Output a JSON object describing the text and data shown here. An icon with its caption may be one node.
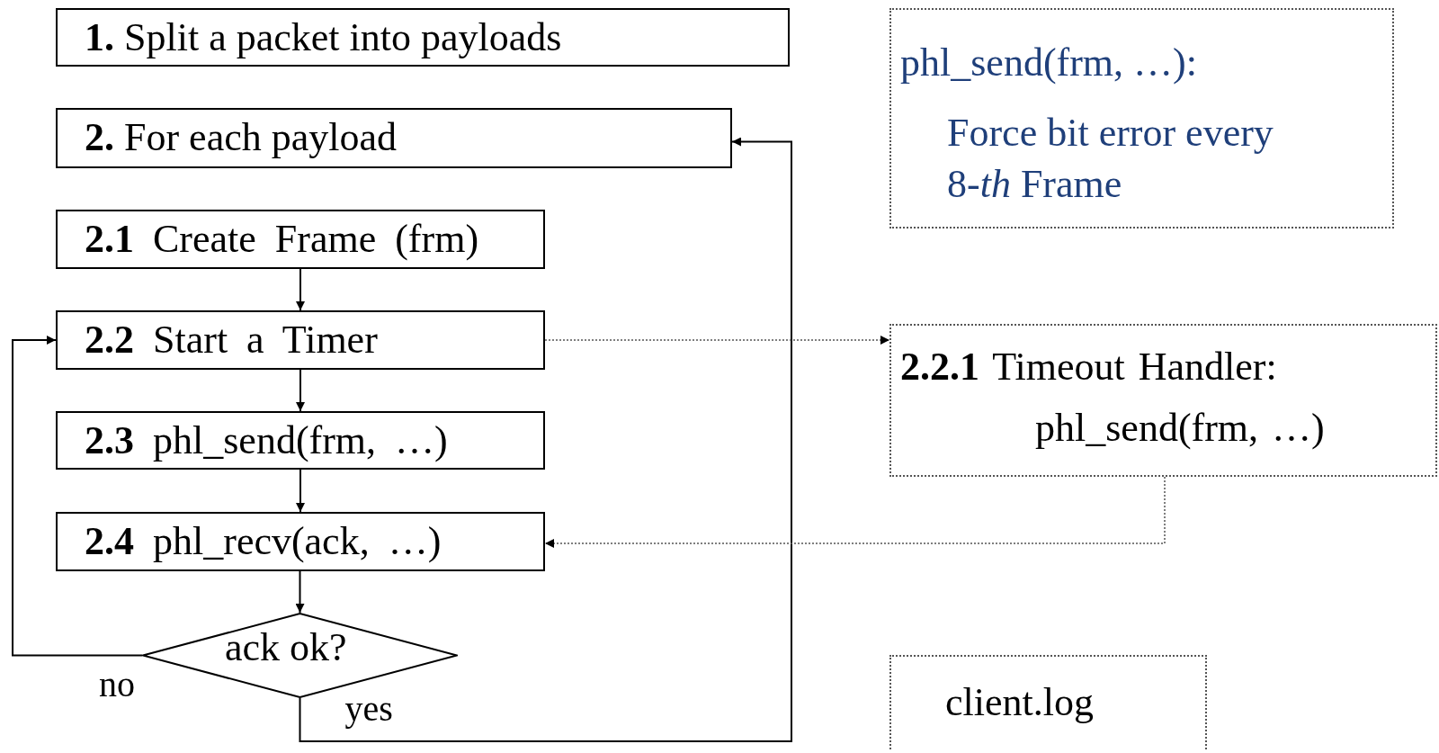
{
  "diagram": {
    "nodes": [
      {
        "text": [
          "**1.** Split a packet into payloads"
        ]
      },
      {
        "text": [
          "**2.** For each payload"
        ]
      },
      {
        "text": [
          "**2.1** Create Frame (frm)"
        ]
      },
      {
        "text": [
          "**2.2** Start a Timer"
        ]
      },
      {
        "text": [
          "**2.3** phl_send(frm, …)"
        ]
      },
      {
        "text": [
          "**2.4** phl_recv(ack, …)"
        ]
      },
      {
        "text": [
          "ack ok?"
        ]
      },
      {
        "text": [
          "phl_send(frm, …):",
          "Force bit error every 8-*th* Frame"
        ]
      },
      {
        "text": [
          "**2.2.1** Timeout Handler: phl_send(frm, …)"
        ]
      },
      {
        "text": [
          "client.log"
        ]
      }
    ],
    "edges": [
      {
        "from": 2,
        "to": 3,
        "arrow": "to"
      },
      {
        "from": 3,
        "to": 4,
        "arrow": "to"
      },
      {
        "from": 4,
        "to": 5,
        "arrow": "to"
      },
      {
        "from": 5,
        "to": 6,
        "arrow": "to"
      },
      {
        "from": 6,
        "to": 3,
        "arrow": "to",
        "label": "no"
      },
      {
        "from": 6,
        "to": 1,
        "arrow": "to",
        "label": "yes"
      },
      {
        "from": 3,
        "to": 8,
        "arrow": "to",
        "style": "dashed"
      },
      {
        "from": 8,
        "to": 5,
        "arrow": "to",
        "style": "dashed"
      }
    ]
  }
}
